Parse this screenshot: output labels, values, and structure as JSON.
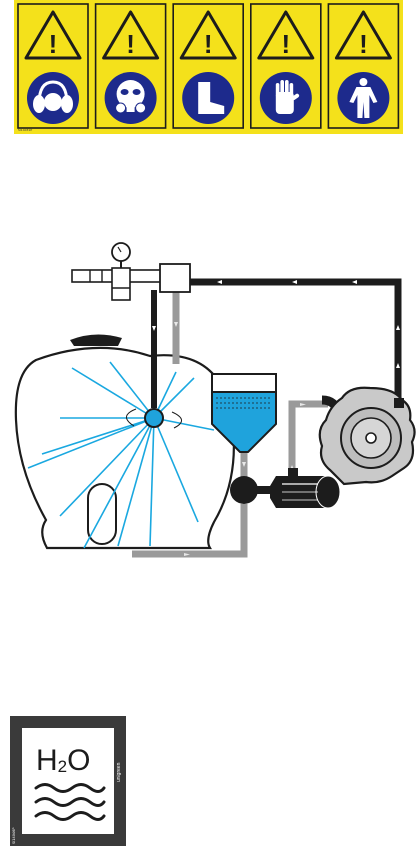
{
  "warning_strip": {
    "background_color": "#f4e11b",
    "triangle_symbol": "!",
    "panels": [
      {
        "triangle_icon": "warning-triangle-icon",
        "ppe_icon": "ear-protection-icon"
      },
      {
        "triangle_icon": "warning-triangle-icon",
        "ppe_icon": "respirator-mask-icon"
      },
      {
        "triangle_icon": "warning-triangle-icon",
        "ppe_icon": "safety-boots-icon"
      },
      {
        "triangle_icon": "warning-triangle-icon",
        "ppe_icon": "protective-gloves-icon"
      },
      {
        "triangle_icon": "warning-triangle-icon",
        "ppe_icon": "protective-overalls-icon"
      }
    ],
    "ppe_circle_color": "#1d2a8c"
  },
  "diagram": {
    "components": [
      "pressure-gauge",
      "control-valve-manifold",
      "tank",
      "tank-washing-nozzle",
      "clean-water-tank",
      "filter",
      "pump",
      "engine"
    ],
    "pipe_dark_color": "#1c1c1c",
    "pipe_light_color": "#8f8f8f",
    "water_color": "#1fa3dc",
    "spray_color": "#1aa8e0"
  },
  "water_label": {
    "title_main": "H",
    "title_sub": "2",
    "title_end": "O",
    "brand": "unigreen",
    "code": "SI14046P",
    "background_color": "#3a3a3a"
  }
}
